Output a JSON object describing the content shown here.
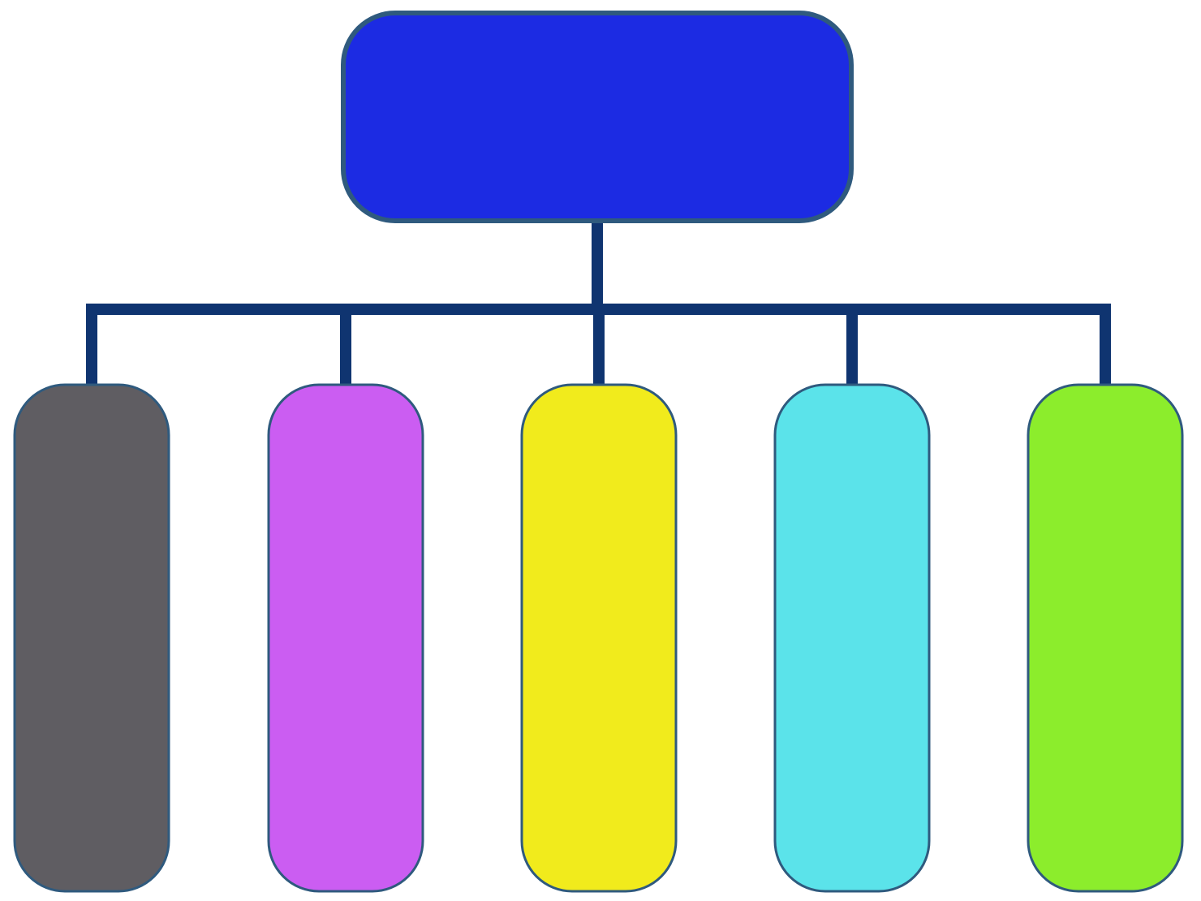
{
  "diagram": {
    "type": "hierarchy",
    "root": {
      "name": "root-box",
      "fill": "#1c2be3",
      "stroke": "#2f5a7e"
    },
    "connector_color": "#0f3470",
    "children": [
      {
        "name": "child-box-gray",
        "fill": "#5f5d62",
        "stroke": "#2f5a7e"
      },
      {
        "name": "child-box-purple",
        "fill": "#cb5df2",
        "stroke": "#2f5a7e"
      },
      {
        "name": "child-box-yellow",
        "fill": "#f1eb1c",
        "stroke": "#2f5a7e"
      },
      {
        "name": "child-box-cyan",
        "fill": "#5be3ea",
        "stroke": "#2f5a7e"
      },
      {
        "name": "child-box-green",
        "fill": "#8ced2c",
        "stroke": "#2f5a7e"
      }
    ]
  }
}
